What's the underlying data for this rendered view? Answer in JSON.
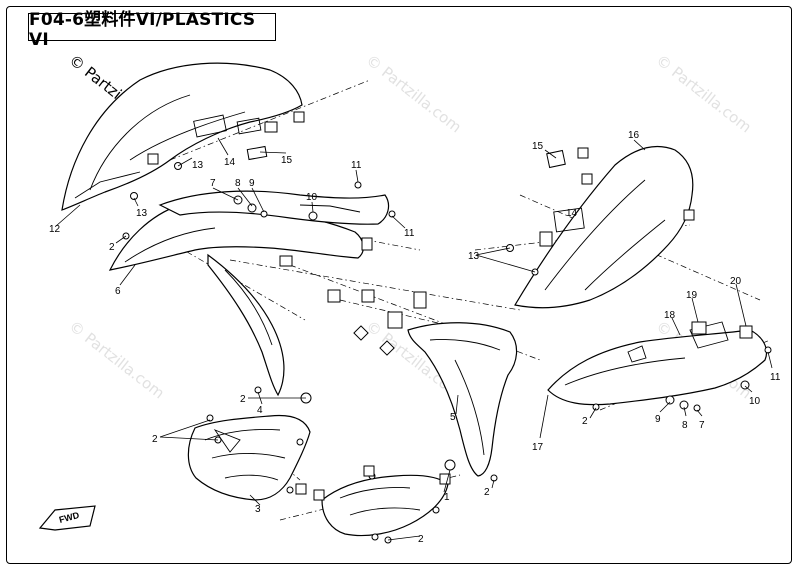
{
  "diagram": {
    "title": "F04-6塑料件VI/PLASTICS VI",
    "watermark": "© Partzilla.com",
    "fwd_label": "FWD",
    "callouts": {
      "c1": "1",
      "c2a": "2",
      "c2b": "2",
      "c2c": "2",
      "c2d": "2",
      "c2e": "2",
      "c3": "3",
      "c4": "4",
      "c5": "5",
      "c6": "6",
      "c7a": "7",
      "c7b": "7",
      "c8a": "8",
      "c8b": "8",
      "c9a": "9",
      "c9b": "9",
      "c10a": "10",
      "c10b": "10",
      "c11a": "11",
      "c11b": "11",
      "c11c": "11",
      "c12": "12",
      "c13a": "13",
      "c13b": "13",
      "c13c": "13",
      "c14a": "14",
      "c14b": "14",
      "c15a": "15",
      "c15b": "15",
      "c16": "16",
      "c17": "17",
      "c18": "18",
      "c19": "19",
      "c20": "20"
    }
  }
}
